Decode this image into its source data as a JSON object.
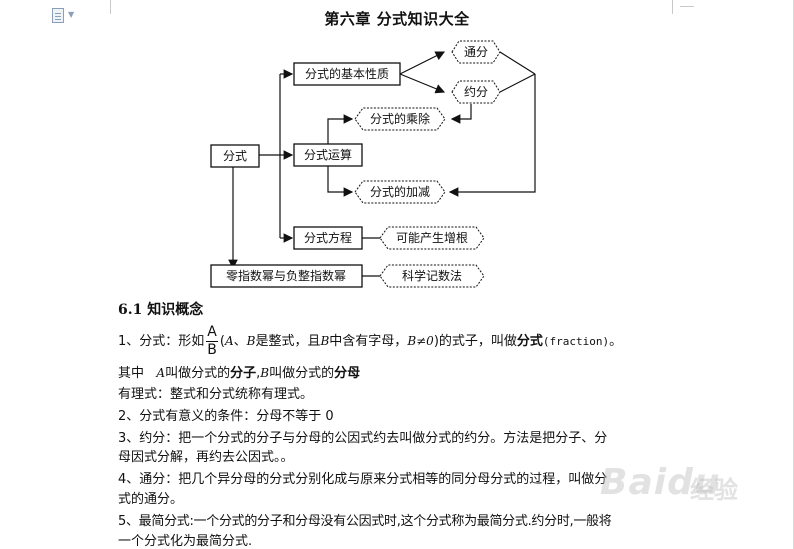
{
  "title": "第六章  分式知识大全",
  "diagram": {
    "root": "分式",
    "basic_property": "分式的基本性质",
    "tongfen": "通分",
    "yuefen": "约分",
    "operation": "分式运算",
    "multiply": "分式的乘除",
    "addsub": "分式的加减",
    "equation": "分式方程",
    "extra_root": "可能产生增根",
    "exponent": "零指数幂与负整指数幂",
    "sci_notation": "科学记数法"
  },
  "section_title": "6.1 知识概念",
  "lines": {
    "l1_a": "1、分式：形如",
    "l1_num": "A",
    "l1_den": "B",
    "l1_b": "(",
    "l1_c": "A",
    "l1_d": "、",
    "l1_e": "B",
    "l1_f": "是整式，且",
    "l1_g": "B",
    "l1_h": "中含有字母，",
    "l1_i": "B≠0",
    "l1_j": ")的式子，叫做",
    "l1_k": "分式",
    "l1_l": "(fraction)",
    "l1_m": "。",
    "l2_a": "其中",
    "l2_b": "A",
    "l2_c": "叫做分式的",
    "l2_d": "分子",
    "l2_e": ",",
    "l2_f": "B",
    "l2_g": "叫做分式的",
    "l2_h": "分母",
    "l3": "有理式：整式和分式统称有理式。",
    "l4": "2、分式有意义的条件：分母不等于 0",
    "l5": "3、约分：把一个分式的分子与分母的公因式约去叫做分式的约分。方法是把分子、分",
    "l6": "母因式分解，再约去公因式。。",
    "l7": "4、通分：把几个异分母的分式分别化成与原来分式相等的同分母分式的过程，叫做分",
    "l8": "式的通分。",
    "l9": "5、最简分式:一个分式的分子和分母没有公因式时,这个分式称为最简分式.约分时,一般将",
    "l10": "一个分式化为最简分式."
  },
  "watermark": {
    "text": "Baidu",
    "text2": "经验"
  }
}
